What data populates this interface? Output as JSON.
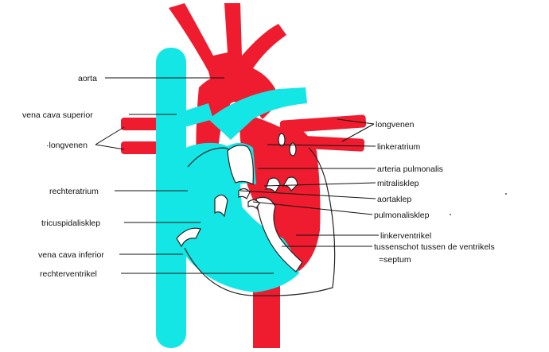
{
  "colors": {
    "venous": "#14E6E6",
    "arterial": "#EE1C2E",
    "outline": "#222222",
    "background": "#FFFFFF"
  },
  "labels": {
    "aorta": "aorta",
    "vena_cava_superior": "vena cava superior",
    "longvenen_left": "·longvenen",
    "rechteratrium": "rechteratrium",
    "tricuspidalisklep": "tricuspidalisklep",
    "vena_cava_inferior": "vena cava inferior",
    "rechterventrikel": "rechterventrikel",
    "longvenen_right": "longvenen",
    "linkeratrium": "linkeratrium",
    "arteria_pulmonalis": "arteria pulmonalis",
    "mitralisklep": "mitralisklep",
    "aortaklep": "aortaklep",
    "pulmonalisklep": "pulmonalisklep",
    "linkerventrikel": "linkerventrikel",
    "tussenschot_line1": "tussenschot tussen de ventrikels",
    "tussenschot_line2": "=septum"
  }
}
